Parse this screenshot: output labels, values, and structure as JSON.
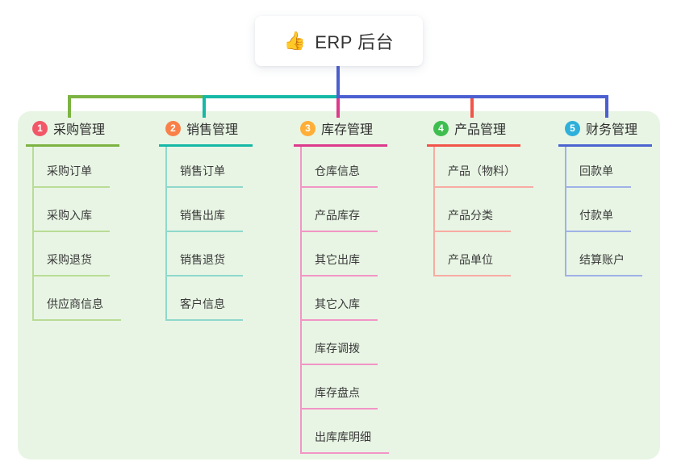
{
  "colors": {
    "page_bg": "#ffffff",
    "panel_bg": "#e8f5e4",
    "trunk": "#4c5fd0",
    "text_dark": "#333333"
  },
  "root": {
    "icon": "👍",
    "title": "ERP 后台"
  },
  "branches": [
    {
      "num": "1",
      "label": "采购管理",
      "colors": {
        "badge": "#f25767",
        "line": "#7cb342",
        "light": "#b9dc95"
      },
      "children": [
        "采购订单",
        "采购入库",
        "采购退货",
        "供应商信息"
      ]
    },
    {
      "num": "2",
      "label": "销售管理",
      "colors": {
        "badge": "#f98149",
        "line": "#16b8a6",
        "light": "#8fd8cc"
      },
      "children": [
        "销售订单",
        "销售出库",
        "销售退货",
        "客户信息"
      ]
    },
    {
      "num": "3",
      "label": "库存管理",
      "colors": {
        "badge": "#ffae38",
        "line": "#dd3a8c",
        "light": "#f295c6"
      },
      "children": [
        "仓库信息",
        "产品库存",
        "其它出库",
        "其它入库",
        "库存调拨",
        "库存盘点",
        "出库库明细"
      ]
    },
    {
      "num": "4",
      "label": "产品管理",
      "colors": {
        "badge": "#3fbe50",
        "line": "#f2544a",
        "light": "#f8aba4"
      },
      "children": [
        "产品（物料）",
        "产品分类",
        "产品单位"
      ]
    },
    {
      "num": "5",
      "label": "财务管理",
      "colors": {
        "badge": "#2eb0da",
        "line": "#4c64d0",
        "light": "#a0b1e8"
      },
      "children": [
        "回款单",
        "付款单",
        "结算账户"
      ]
    }
  ]
}
